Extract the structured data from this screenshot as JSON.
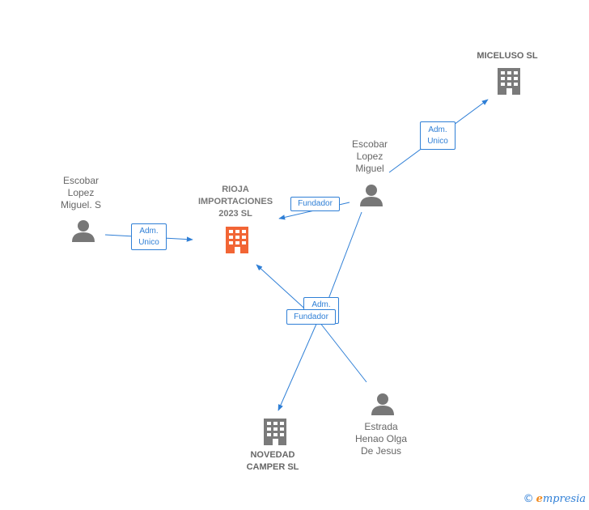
{
  "colors": {
    "edge": "#2f7fd6",
    "person": "#777777",
    "company": "#7a7a7a",
    "company_main": "#f26535"
  },
  "nodes": {
    "rioja": {
      "lines": [
        "RIOJA",
        "IMPORTACIONES",
        "2023  SL"
      ],
      "icon": "building-icon"
    },
    "miceluso": {
      "lines": [
        "MICELUSO  SL"
      ],
      "icon": "building-icon"
    },
    "novedad": {
      "lines": [
        "NOVEDAD",
        "CAMPER  SL"
      ],
      "icon": "building-icon"
    },
    "escobar_s": {
      "lines": [
        "Escobar",
        "Lopez",
        "Miguel.  S"
      ],
      "icon": "person-icon"
    },
    "escobar_m": {
      "lines": [
        "Escobar",
        "Lopez",
        "Miguel"
      ],
      "icon": "person-icon"
    },
    "estrada": {
      "lines": [
        "Estrada",
        "Henao Olga",
        "De Jesus"
      ],
      "icon": "person-icon"
    }
  },
  "edges": {
    "adm_unico_1": [
      "Adm.",
      "Unico"
    ],
    "adm_unico_2": [
      "Adm.",
      "Unico"
    ],
    "fundador_1": [
      "Fundador"
    ],
    "adm_2": [
      "Adm."
    ],
    "fundador_2": [
      "Fundador"
    ]
  },
  "brand": {
    "copyright": "©",
    "first": "e",
    "rest": "mpresia"
  }
}
